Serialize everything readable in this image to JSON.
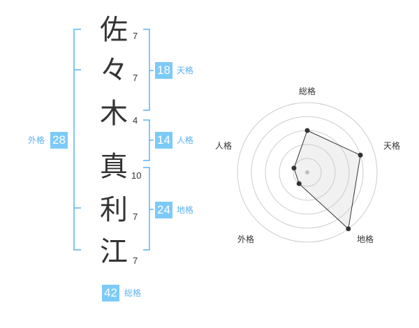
{
  "accent_color": "#5ab4f0",
  "badge_color": "#7ccaf7",
  "name_chars": [
    {
      "char": "佐",
      "strokes": "7"
    },
    {
      "char": "々",
      "strokes": "7"
    },
    {
      "char": "木",
      "strokes": "4"
    },
    {
      "char": "真",
      "strokes": "10"
    },
    {
      "char": "利",
      "strokes": "7"
    },
    {
      "char": "江",
      "strokes": "7"
    }
  ],
  "fortunes": {
    "tenkaku": {
      "value": "18",
      "label": "天格"
    },
    "jinkaku": {
      "value": "14",
      "label": "人格"
    },
    "chikaku": {
      "value": "24",
      "label": "地格"
    },
    "gaikaku": {
      "value": "28",
      "label": "外格"
    },
    "soukaku": {
      "value": "42",
      "label": "総格"
    }
  },
  "radar": {
    "axes": [
      "総格",
      "天格",
      "地格",
      "外格",
      "人格"
    ],
    "levels": 5,
    "scores": [
      3,
      4,
      5,
      1,
      1
    ]
  }
}
